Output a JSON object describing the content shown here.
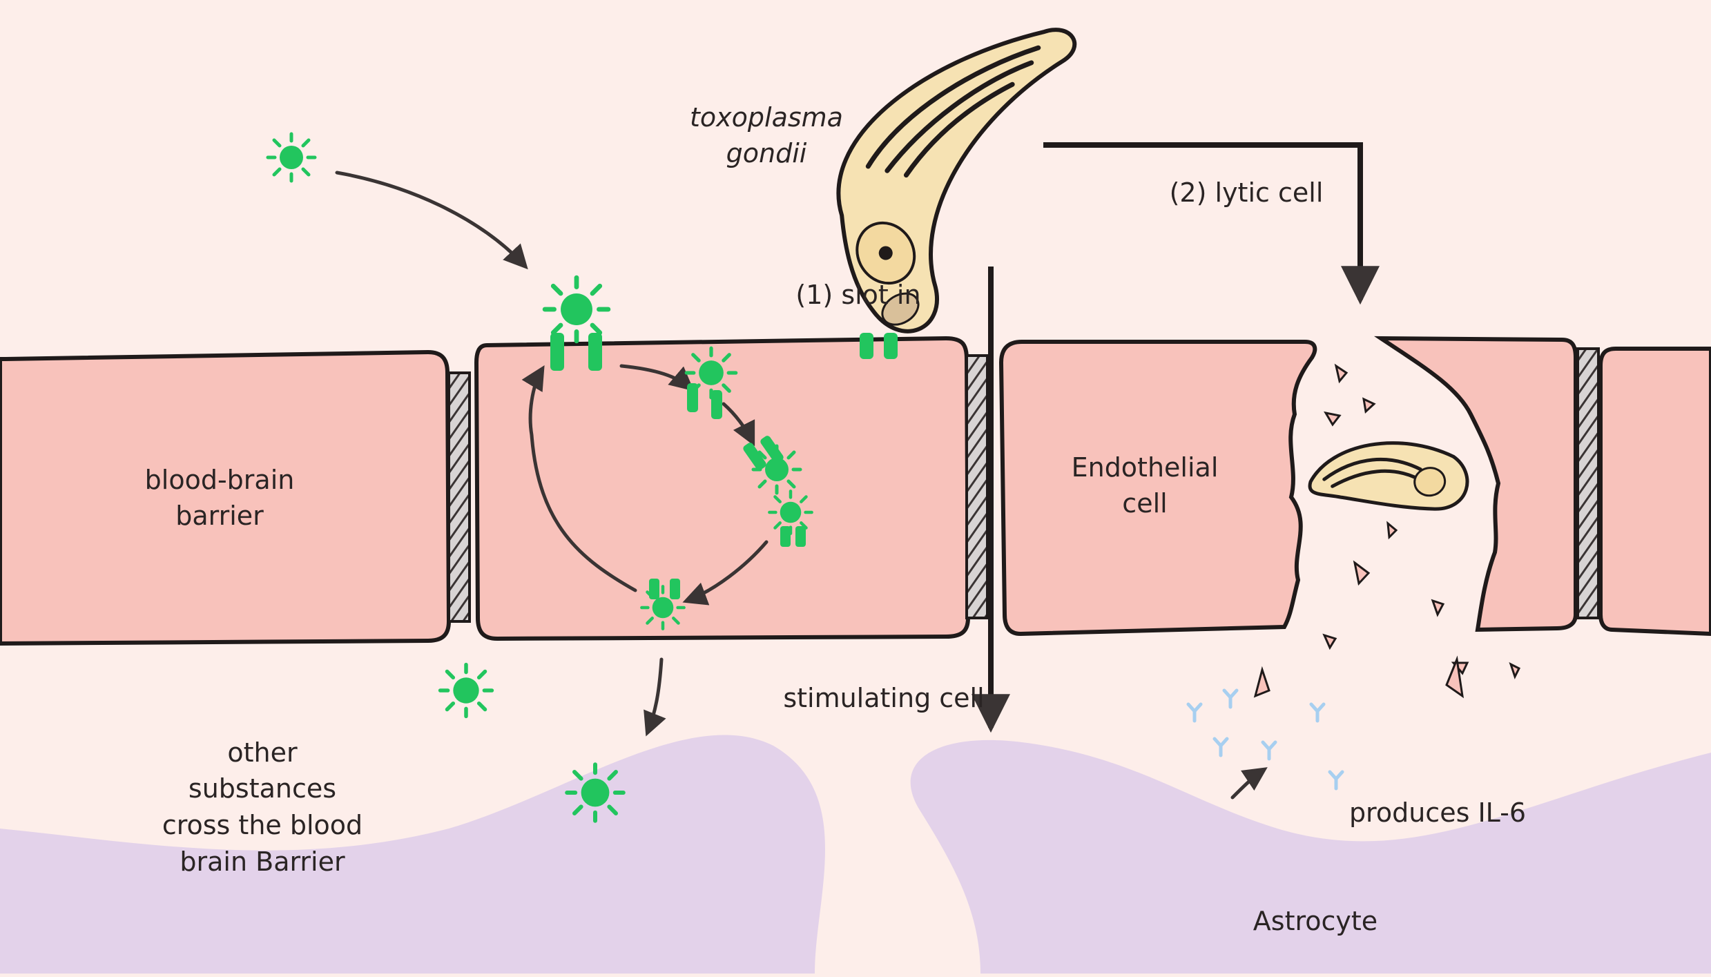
{
  "labels": {
    "toxoplasma_line1": "toxoplasma",
    "toxoplasma_line2": "gondii",
    "lytic": "(2) lytic cell",
    "slot_in": "(1) slot in",
    "bbb_line1": "blood-brain",
    "bbb_line2": "barrier",
    "endo_line1": "Endothelial",
    "endo_line2": "cell",
    "stimulating": "stimulating cell",
    "other_line1": "other",
    "other_line2": "substances",
    "other_line3": "cross the blood",
    "other_line4": "brain Barrier",
    "il6": "produces IL-6",
    "astrocyte": "Astrocyte"
  },
  "colors": {
    "background": "#fdeeea",
    "endothelial_cell": "#f8c2bb",
    "astrocyte": "#e3d2ea",
    "substance_green": "#22c55e",
    "il6_blue": "#a7cff0",
    "parasite_body": "#f6e2b3",
    "outline": "#1f1a1a"
  },
  "icons": {
    "substance": "virus-particle-icon",
    "parasite": "toxoplasma-parasite-icon",
    "cytokine": "y-shaped-antibody-icon"
  }
}
